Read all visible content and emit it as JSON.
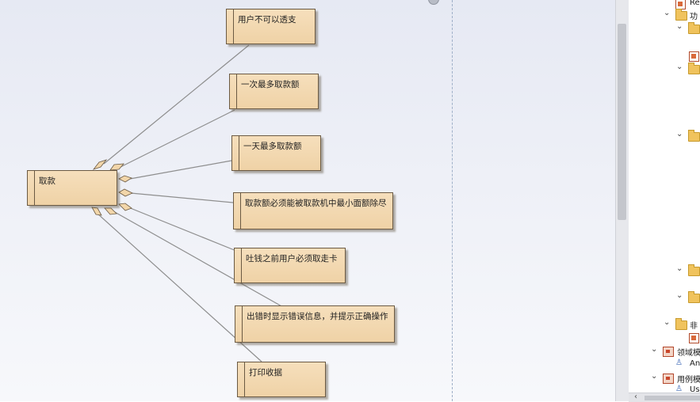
{
  "diagram": {
    "center_element": "取款",
    "requirements": [
      "用户不可以透支",
      "一次最多取款额",
      "一天最多取款额",
      "取款额必须能被取款机中最小面额除尽",
      "吐钱之前用户必须取走卡",
      "出错时显示错误信息，并提示正确操作",
      "打印收据"
    ]
  },
  "tree": {
    "items": [
      {
        "label": "Re",
        "icon": "diagram-icon"
      },
      {
        "label": "功",
        "icon": "folder-icon"
      },
      {
        "label": "",
        "icon": "folder-icon"
      },
      {
        "label": "",
        "icon": "diagram-icon"
      },
      {
        "label": "",
        "icon": "folder-icon"
      },
      {
        "label": "",
        "icon": "folder-icon"
      },
      {
        "label": "",
        "icon": "folder-icon"
      },
      {
        "label": "",
        "icon": "folder-icon"
      },
      {
        "label": "非",
        "icon": "folder-icon"
      },
      {
        "label": "",
        "icon": "diagram-icon"
      },
      {
        "label": "领域模",
        "icon": "package-icon"
      },
      {
        "label": "An",
        "icon": "actor-icon"
      },
      {
        "label": "用例模",
        "icon": "package-icon"
      },
      {
        "label": "Us",
        "icon": "actor-icon"
      }
    ]
  },
  "colors": {
    "requirement_fill": "#f6dfbc",
    "requirement_border": "#6b5a43",
    "connector": "#8e8e8e",
    "canvas_background": "#e6e9f3"
  }
}
